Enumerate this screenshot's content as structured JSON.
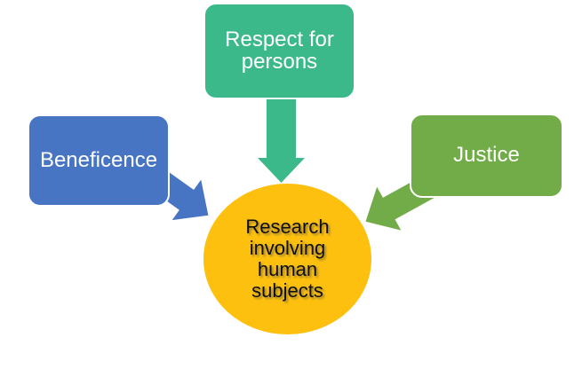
{
  "diagram": {
    "type": "converging-arrows",
    "nodes": {
      "beneficence": {
        "label": "Beneficence"
      },
      "respect": {
        "label": "Respect for persons"
      },
      "justice": {
        "label": "Justice"
      },
      "center": {
        "label": "Research involving human subjects"
      }
    },
    "relations": [
      {
        "from": "beneficence",
        "to": "center"
      },
      {
        "from": "respect",
        "to": "center"
      },
      {
        "from": "justice",
        "to": "center"
      }
    ]
  },
  "colors": {
    "beneficence": "#4775c4",
    "respect": "#3cb98b",
    "justice": "#71ac48",
    "center": "#fdc00e",
    "box_text": "#ffffff",
    "center_text": "#0d0d0d",
    "outline": "#ffffff"
  }
}
